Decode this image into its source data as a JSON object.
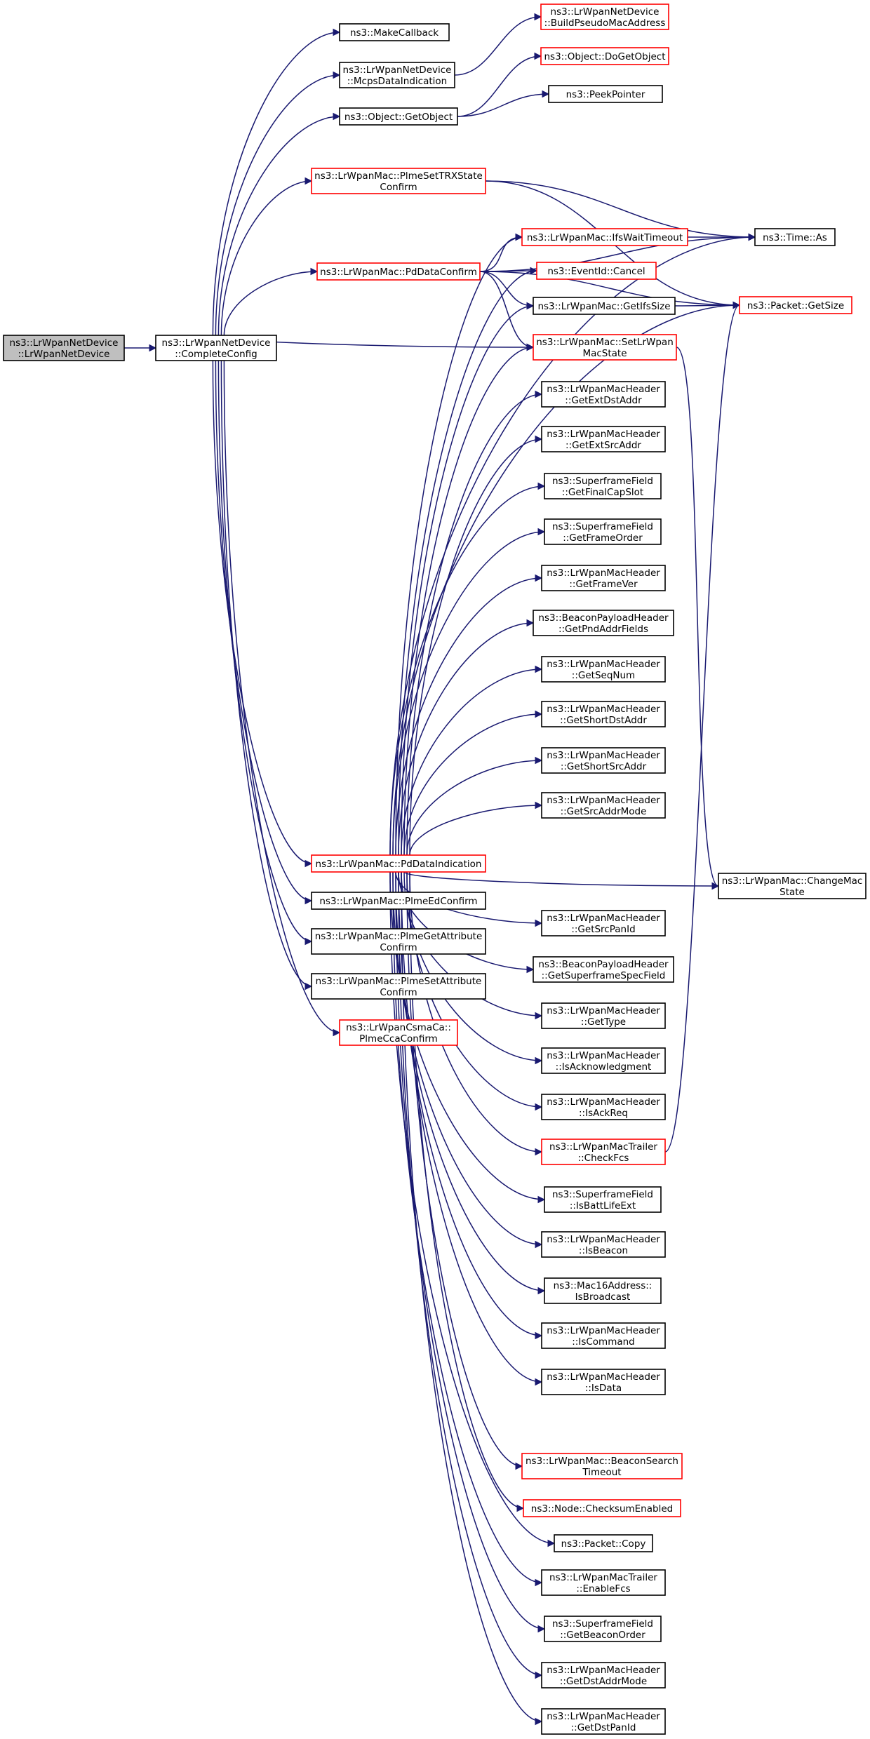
{
  "colors": {
    "edge": "#191970",
    "border_normal": "#000000",
    "border_truncated": "#ff0000",
    "fill_normal": "#ffffff",
    "fill_root": "#bfbfbf"
  },
  "nodes": [
    {
      "id": "root",
      "lines": [
        "ns3::LrWpanNetDevice",
        "::LrWpanNetDevice"
      ],
      "style": "root"
    },
    {
      "id": "complete_config",
      "lines": [
        "ns3::LrWpanNetDevice",
        "::CompleteConfig"
      ],
      "style": "normal"
    },
    {
      "id": "make_callback",
      "lines": [
        "ns3::MakeCallback"
      ],
      "style": "normal"
    },
    {
      "id": "mcps_data_indication",
      "lines": [
        "ns3::LrWpanNetDevice",
        "::McpsDataIndication"
      ],
      "style": "normal"
    },
    {
      "id": "build_pseudo_mac",
      "lines": [
        "ns3::LrWpanNetDevice",
        "::BuildPseudoMacAddress"
      ],
      "style": "truncated"
    },
    {
      "id": "get_object",
      "lines": [
        "ns3::Object::GetObject"
      ],
      "style": "normal"
    },
    {
      "id": "do_get_object",
      "lines": [
        "ns3::Object::DoGetObject"
      ],
      "style": "truncated"
    },
    {
      "id": "peek_pointer",
      "lines": [
        "ns3::PeekPointer"
      ],
      "style": "normal"
    },
    {
      "id": "plme_set_trx_confirm",
      "lines": [
        "ns3::LrWpanMac::PlmeSetTRXState",
        "Confirm"
      ],
      "style": "truncated"
    },
    {
      "id": "pd_data_confirm",
      "lines": [
        "ns3::LrWpanMac::PdDataConfirm"
      ],
      "style": "truncated"
    },
    {
      "id": "ifs_wait_timeout",
      "lines": [
        "ns3::LrWpanMac::IfsWaitTimeout"
      ],
      "style": "truncated"
    },
    {
      "id": "time_as",
      "lines": [
        "ns3::Time::As"
      ],
      "style": "normal"
    },
    {
      "id": "event_cancel",
      "lines": [
        "ns3::EventId::Cancel"
      ],
      "style": "truncated"
    },
    {
      "id": "get_ifs_size",
      "lines": [
        "ns3::LrWpanMac::GetIfsSize"
      ],
      "style": "normal"
    },
    {
      "id": "packet_get_size",
      "lines": [
        "ns3::Packet::GetSize"
      ],
      "style": "truncated"
    },
    {
      "id": "set_lrwpan_mac_state",
      "lines": [
        "ns3::LrWpanMac::SetLrWpan",
        "MacState"
      ],
      "style": "truncated"
    },
    {
      "id": "get_ext_dst_addr",
      "lines": [
        "ns3::LrWpanMacHeader",
        "::GetExtDstAddr"
      ],
      "style": "normal"
    },
    {
      "id": "get_ext_src_addr",
      "lines": [
        "ns3::LrWpanMacHeader",
        "::GetExtSrcAddr"
      ],
      "style": "normal"
    },
    {
      "id": "get_final_cap_slot",
      "lines": [
        "ns3::SuperframeField",
        "::GetFinalCapSlot"
      ],
      "style": "normal"
    },
    {
      "id": "get_frame_order",
      "lines": [
        "ns3::SuperframeField",
        "::GetFrameOrder"
      ],
      "style": "normal"
    },
    {
      "id": "get_frame_ver",
      "lines": [
        "ns3::LrWpanMacHeader",
        "::GetFrameVer"
      ],
      "style": "normal"
    },
    {
      "id": "get_pnd_addr_fields",
      "lines": [
        "ns3::BeaconPayloadHeader",
        "::GetPndAddrFields"
      ],
      "style": "normal"
    },
    {
      "id": "get_seq_num",
      "lines": [
        "ns3::LrWpanMacHeader",
        "::GetSeqNum"
      ],
      "style": "normal"
    },
    {
      "id": "get_short_dst_addr",
      "lines": [
        "ns3::LrWpanMacHeader",
        "::GetShortDstAddr"
      ],
      "style": "normal"
    },
    {
      "id": "get_short_src_addr",
      "lines": [
        "ns3::LrWpanMacHeader",
        "::GetShortSrcAddr"
      ],
      "style": "normal"
    },
    {
      "id": "get_src_addr_mode",
      "lines": [
        "ns3::LrWpanMacHeader",
        "::GetSrcAddrMode"
      ],
      "style": "normal"
    },
    {
      "id": "pd_data_indication",
      "lines": [
        "ns3::LrWpanMac::PdDataIndication"
      ],
      "style": "truncated"
    },
    {
      "id": "change_mac_state",
      "lines": [
        "ns3::LrWpanMac::ChangeMac",
        "State"
      ],
      "style": "normal"
    },
    {
      "id": "plme_ed_confirm",
      "lines": [
        "ns3::LrWpanMac::PlmeEdConfirm"
      ],
      "style": "normal"
    },
    {
      "id": "plme_get_attr_confirm",
      "lines": [
        "ns3::LrWpanMac::PlmeGetAttribute",
        "Confirm"
      ],
      "style": "normal"
    },
    {
      "id": "plme_set_attr_confirm",
      "lines": [
        "ns3::LrWpanMac::PlmeSetAttribute",
        "Confirm"
      ],
      "style": "normal"
    },
    {
      "id": "plme_cca_confirm",
      "lines": [
        "ns3::LrWpanCsmaCa::",
        "PlmeCcaConfirm"
      ],
      "style": "truncated"
    },
    {
      "id": "get_src_pan_id",
      "lines": [
        "ns3::LrWpanMacHeader",
        "::GetSrcPanId"
      ],
      "style": "normal"
    },
    {
      "id": "get_superframe_spec",
      "lines": [
        "ns3::BeaconPayloadHeader",
        "::GetSuperframeSpecField"
      ],
      "style": "normal"
    },
    {
      "id": "get_type",
      "lines": [
        "ns3::LrWpanMacHeader",
        "::GetType"
      ],
      "style": "normal"
    },
    {
      "id": "is_acknowledgment",
      "lines": [
        "ns3::LrWpanMacHeader",
        "::IsAcknowledgment"
      ],
      "style": "normal"
    },
    {
      "id": "is_ack_req",
      "lines": [
        "ns3::LrWpanMacHeader",
        "::IsAckReq"
      ],
      "style": "normal"
    },
    {
      "id": "check_fcs",
      "lines": [
        "ns3::LrWpanMacTrailer",
        "::CheckFcs"
      ],
      "style": "truncated"
    },
    {
      "id": "is_batt_life_ext",
      "lines": [
        "ns3::SuperframeField",
        "::IsBattLifeExt"
      ],
      "style": "normal"
    },
    {
      "id": "is_beacon",
      "lines": [
        "ns3::LrWpanMacHeader",
        "::IsBeacon"
      ],
      "style": "normal"
    },
    {
      "id": "is_broadcast",
      "lines": [
        "ns3::Mac16Address::",
        "IsBroadcast"
      ],
      "style": "normal"
    },
    {
      "id": "is_command",
      "lines": [
        "ns3::LrWpanMacHeader",
        "::IsCommand"
      ],
      "style": "normal"
    },
    {
      "id": "is_data",
      "lines": [
        "ns3::LrWpanMacHeader",
        "::IsData"
      ],
      "style": "normal"
    },
    {
      "id": "beacon_search_timeout",
      "lines": [
        "ns3::LrWpanMac::BeaconSearch",
        "Timeout"
      ],
      "style": "truncated"
    },
    {
      "id": "checksum_enabled",
      "lines": [
        "ns3::Node::ChecksumEnabled"
      ],
      "style": "truncated"
    },
    {
      "id": "packet_copy",
      "lines": [
        "ns3::Packet::Copy"
      ],
      "style": "normal"
    },
    {
      "id": "enable_fcs",
      "lines": [
        "ns3::LrWpanMacTrailer",
        "::EnableFcs"
      ],
      "style": "normal"
    },
    {
      "id": "get_beacon_order",
      "lines": [
        "ns3::SuperframeField",
        "::GetBeaconOrder"
      ],
      "style": "normal"
    },
    {
      "id": "get_dst_addr_mode",
      "lines": [
        "ns3::LrWpanMacHeader",
        "::GetDstAddrMode"
      ],
      "style": "normal"
    },
    {
      "id": "get_dst_pan_id",
      "lines": [
        "ns3::LrWpanMacHeader",
        "::GetDstPanId"
      ],
      "style": "normal"
    }
  ],
  "edges": [
    {
      "from": "root",
      "to": "complete_config"
    },
    {
      "from": "complete_config",
      "to": "make_callback"
    },
    {
      "from": "complete_config",
      "to": "mcps_data_indication"
    },
    {
      "from": "complete_config",
      "to": "get_object"
    },
    {
      "from": "complete_config",
      "to": "plme_set_trx_confirm"
    },
    {
      "from": "complete_config",
      "to": "pd_data_confirm"
    },
    {
      "from": "complete_config",
      "to": "set_lrwpan_mac_state"
    },
    {
      "from": "complete_config",
      "to": "pd_data_indication"
    },
    {
      "from": "complete_config",
      "to": "plme_ed_confirm"
    },
    {
      "from": "complete_config",
      "to": "plme_get_attr_confirm"
    },
    {
      "from": "complete_config",
      "to": "plme_set_attr_confirm"
    },
    {
      "from": "complete_config",
      "to": "plme_cca_confirm"
    },
    {
      "from": "mcps_data_indication",
      "to": "build_pseudo_mac"
    },
    {
      "from": "get_object",
      "to": "do_get_object"
    },
    {
      "from": "get_object",
      "to": "peek_pointer"
    },
    {
      "from": "plme_set_trx_confirm",
      "to": "time_as"
    },
    {
      "from": "plme_set_trx_confirm",
      "to": "packet_get_size"
    },
    {
      "from": "pd_data_confirm",
      "to": "ifs_wait_timeout"
    },
    {
      "from": "pd_data_confirm",
      "to": "event_cancel"
    },
    {
      "from": "pd_data_confirm",
      "to": "get_ifs_size"
    },
    {
      "from": "pd_data_confirm",
      "to": "set_lrwpan_mac_state"
    },
    {
      "from": "pd_data_confirm",
      "to": "time_as"
    },
    {
      "from": "pd_data_confirm",
      "to": "packet_get_size"
    },
    {
      "from": "ifs_wait_timeout",
      "to": "time_as"
    },
    {
      "from": "get_ifs_size",
      "to": "packet_get_size"
    },
    {
      "from": "set_lrwpan_mac_state",
      "to": "change_mac_state"
    },
    {
      "from": "pd_data_indication",
      "to": "ifs_wait_timeout"
    },
    {
      "from": "pd_data_indication",
      "to": "event_cancel"
    },
    {
      "from": "pd_data_indication",
      "to": "get_ifs_size"
    },
    {
      "from": "pd_data_indication",
      "to": "set_lrwpan_mac_state"
    },
    {
      "from": "pd_data_indication",
      "to": "get_ext_dst_addr"
    },
    {
      "from": "pd_data_indication",
      "to": "get_ext_src_addr"
    },
    {
      "from": "pd_data_indication",
      "to": "get_final_cap_slot"
    },
    {
      "from": "pd_data_indication",
      "to": "get_frame_order"
    },
    {
      "from": "pd_data_indication",
      "to": "get_frame_ver"
    },
    {
      "from": "pd_data_indication",
      "to": "get_pnd_addr_fields"
    },
    {
      "from": "pd_data_indication",
      "to": "get_seq_num"
    },
    {
      "from": "pd_data_indication",
      "to": "get_short_dst_addr"
    },
    {
      "from": "pd_data_indication",
      "to": "get_short_src_addr"
    },
    {
      "from": "pd_data_indication",
      "to": "get_src_addr_mode"
    },
    {
      "from": "pd_data_indication",
      "to": "time_as"
    },
    {
      "from": "pd_data_indication",
      "to": "packet_get_size"
    },
    {
      "from": "pd_data_indication",
      "to": "get_src_pan_id"
    },
    {
      "from": "pd_data_indication",
      "to": "get_superframe_spec"
    },
    {
      "from": "pd_data_indication",
      "to": "get_type"
    },
    {
      "from": "pd_data_indication",
      "to": "is_acknowledgment"
    },
    {
      "from": "pd_data_indication",
      "to": "is_ack_req"
    },
    {
      "from": "pd_data_indication",
      "to": "check_fcs"
    },
    {
      "from": "pd_data_indication",
      "to": "is_batt_life_ext"
    },
    {
      "from": "pd_data_indication",
      "to": "is_beacon"
    },
    {
      "from": "pd_data_indication",
      "to": "is_broadcast"
    },
    {
      "from": "pd_data_indication",
      "to": "is_command"
    },
    {
      "from": "pd_data_indication",
      "to": "is_data"
    },
    {
      "from": "pd_data_indication",
      "to": "change_mac_state"
    },
    {
      "from": "pd_data_indication",
      "to": "beacon_search_timeout"
    },
    {
      "from": "pd_data_indication",
      "to": "checksum_enabled"
    },
    {
      "from": "pd_data_indication",
      "to": "packet_copy"
    },
    {
      "from": "pd_data_indication",
      "to": "enable_fcs"
    },
    {
      "from": "pd_data_indication",
      "to": "get_beacon_order"
    },
    {
      "from": "pd_data_indication",
      "to": "get_dst_addr_mode"
    },
    {
      "from": "pd_data_indication",
      "to": "get_dst_pan_id"
    },
    {
      "from": "check_fcs",
      "to": "packet_get_size"
    }
  ]
}
